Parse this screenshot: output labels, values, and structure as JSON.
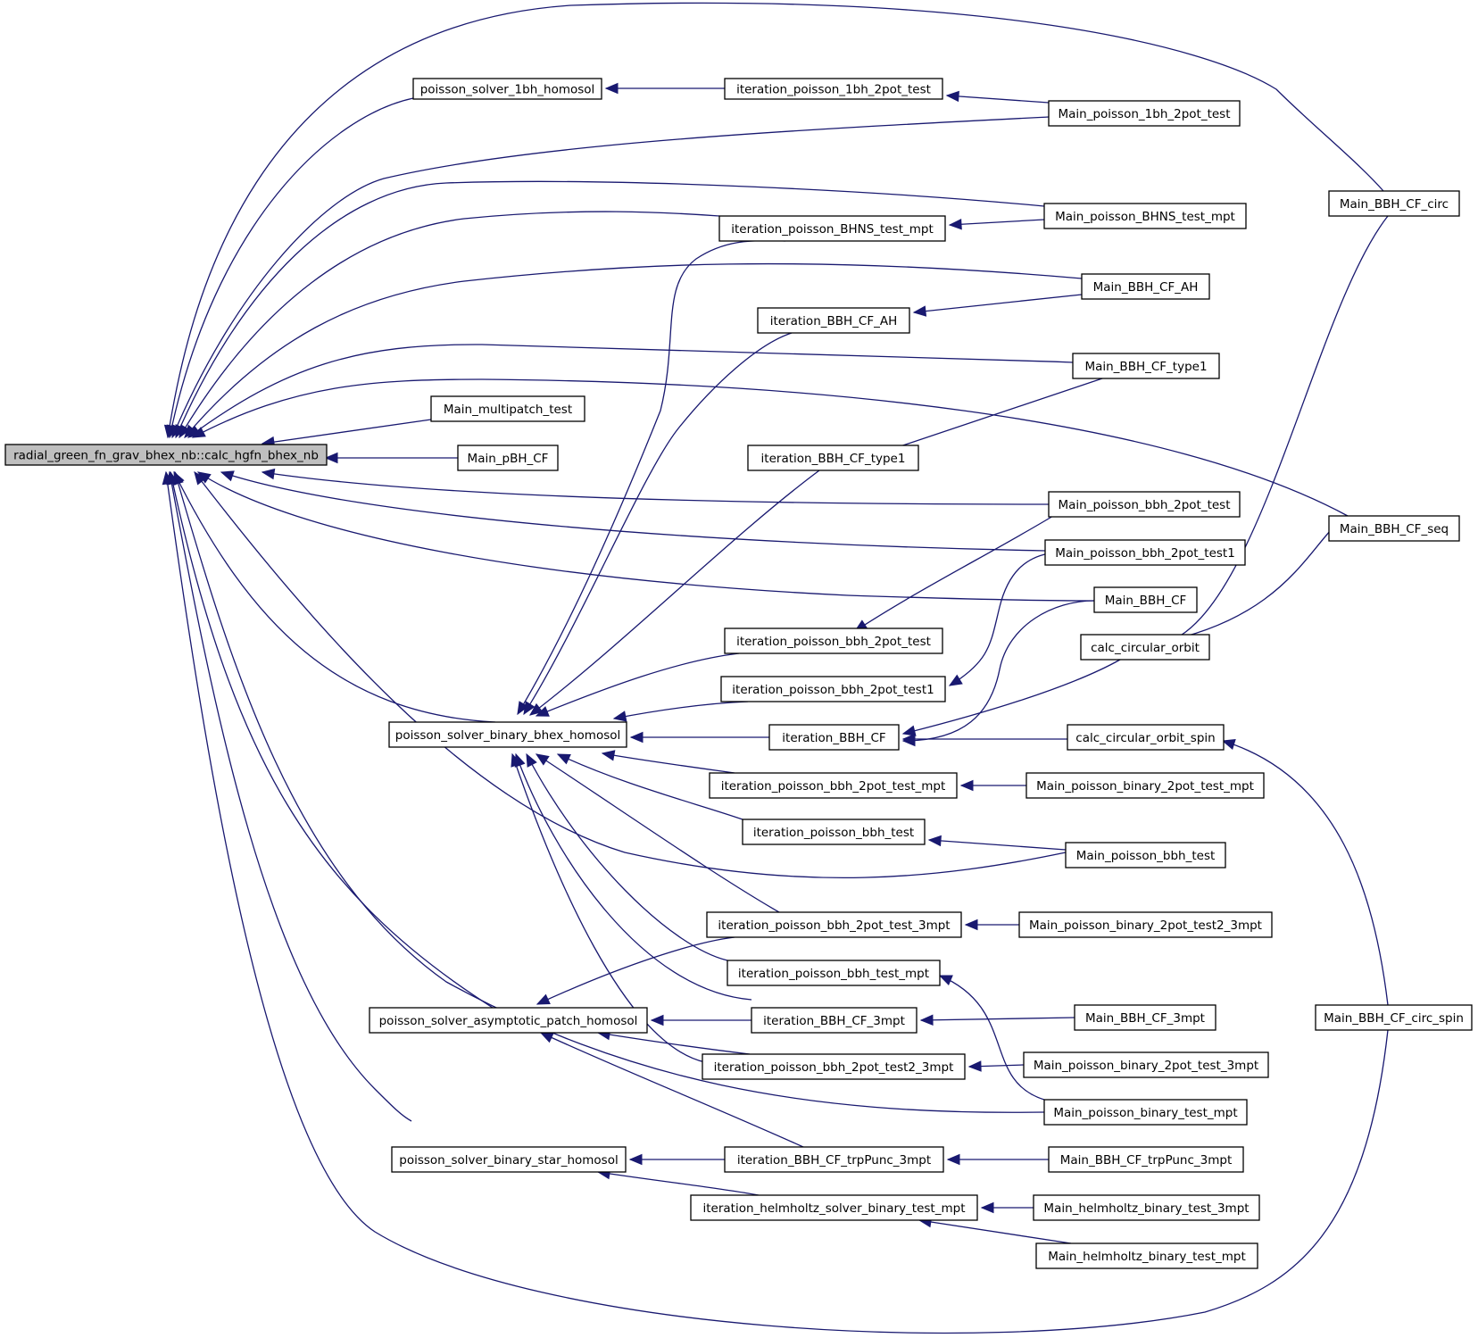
{
  "diagram": {
    "type": "call-graph",
    "nodes": [
      {
        "id": "root",
        "label": "radial_green_fn_grav_bhex_nb::calc_hgfn_bhex_nb",
        "highlighted": true
      },
      {
        "id": "ps1bh",
        "label": "poisson_solver_1bh_homosol"
      },
      {
        "id": "it1bh",
        "label": "iteration_poisson_1bh_2pot_test"
      },
      {
        "id": "m1bh",
        "label": "Main_poisson_1bh_2pot_test"
      },
      {
        "id": "mcirc",
        "label": "Main_BBH_CF_circ"
      },
      {
        "id": "mbhns",
        "label": "Main_poisson_BHNS_test_mpt"
      },
      {
        "id": "itbhns",
        "label": "iteration_poisson_BHNS_test_mpt"
      },
      {
        "id": "mah",
        "label": "Main_BBH_CF_AH"
      },
      {
        "id": "itah",
        "label": "iteration_BBH_CF_AH"
      },
      {
        "id": "mt1",
        "label": "Main_BBH_CF_type1"
      },
      {
        "id": "mmp",
        "label": "Main_multipatch_test"
      },
      {
        "id": "mpbh",
        "label": "Main_pBH_CF"
      },
      {
        "id": "itt1",
        "label": "iteration_BBH_CF_type1"
      },
      {
        "id": "mb2p",
        "label": "Main_poisson_bbh_2pot_test"
      },
      {
        "id": "mseq",
        "label": "Main_BBH_CF_seq"
      },
      {
        "id": "mb2p1",
        "label": "Main_poisson_bbh_2pot_test1"
      },
      {
        "id": "mcf",
        "label": "Main_BBH_CF"
      },
      {
        "id": "itb2p",
        "label": "iteration_poisson_bbh_2pot_test"
      },
      {
        "id": "cco",
        "label": "calc_circular_orbit"
      },
      {
        "id": "itb2p1",
        "label": "iteration_poisson_bbh_2pot_test1"
      },
      {
        "id": "psbb",
        "label": "poisson_solver_binary_bhex_homosol"
      },
      {
        "id": "itcf",
        "label": "iteration_BBH_CF"
      },
      {
        "id": "ccos",
        "label": "calc_circular_orbit_spin"
      },
      {
        "id": "itb2pm",
        "label": "iteration_poisson_bbh_2pot_test_mpt"
      },
      {
        "id": "mbin2pm",
        "label": "Main_poisson_binary_2pot_test_mpt"
      },
      {
        "id": "itbt",
        "label": "iteration_poisson_bbh_test"
      },
      {
        "id": "mbt",
        "label": "Main_poisson_bbh_test"
      },
      {
        "id": "itb2p3",
        "label": "iteration_poisson_bbh_2pot_test_3mpt"
      },
      {
        "id": "mbin2p23",
        "label": "Main_poisson_binary_2pot_test2_3mpt"
      },
      {
        "id": "itbtm",
        "label": "iteration_poisson_bbh_test_mpt"
      },
      {
        "id": "psap",
        "label": "poisson_solver_asymptotic_patch_homosol"
      },
      {
        "id": "itcf3",
        "label": "iteration_BBH_CF_3mpt"
      },
      {
        "id": "mcf3",
        "label": "Main_BBH_CF_3mpt"
      },
      {
        "id": "mcircspin",
        "label": "Main_BBH_CF_circ_spin"
      },
      {
        "id": "itb2p23",
        "label": "iteration_poisson_bbh_2pot_test2_3mpt"
      },
      {
        "id": "mbin2p3",
        "label": "Main_poisson_binary_2pot_test_3mpt"
      },
      {
        "id": "mbintm",
        "label": "Main_poisson_binary_test_mpt"
      },
      {
        "id": "psbs",
        "label": "poisson_solver_binary_star_homosol"
      },
      {
        "id": "ittrp",
        "label": "iteration_BBH_CF_trpPunc_3mpt"
      },
      {
        "id": "mtrp",
        "label": "Main_BBH_CF_trpPunc_3mpt"
      },
      {
        "id": "ithelm",
        "label": "iteration_helmholtz_solver_binary_test_mpt"
      },
      {
        "id": "mhelm3",
        "label": "Main_helmholtz_binary_test_3mpt"
      },
      {
        "id": "mhelmm",
        "label": "Main_helmholtz_binary_test_mpt"
      }
    ]
  }
}
